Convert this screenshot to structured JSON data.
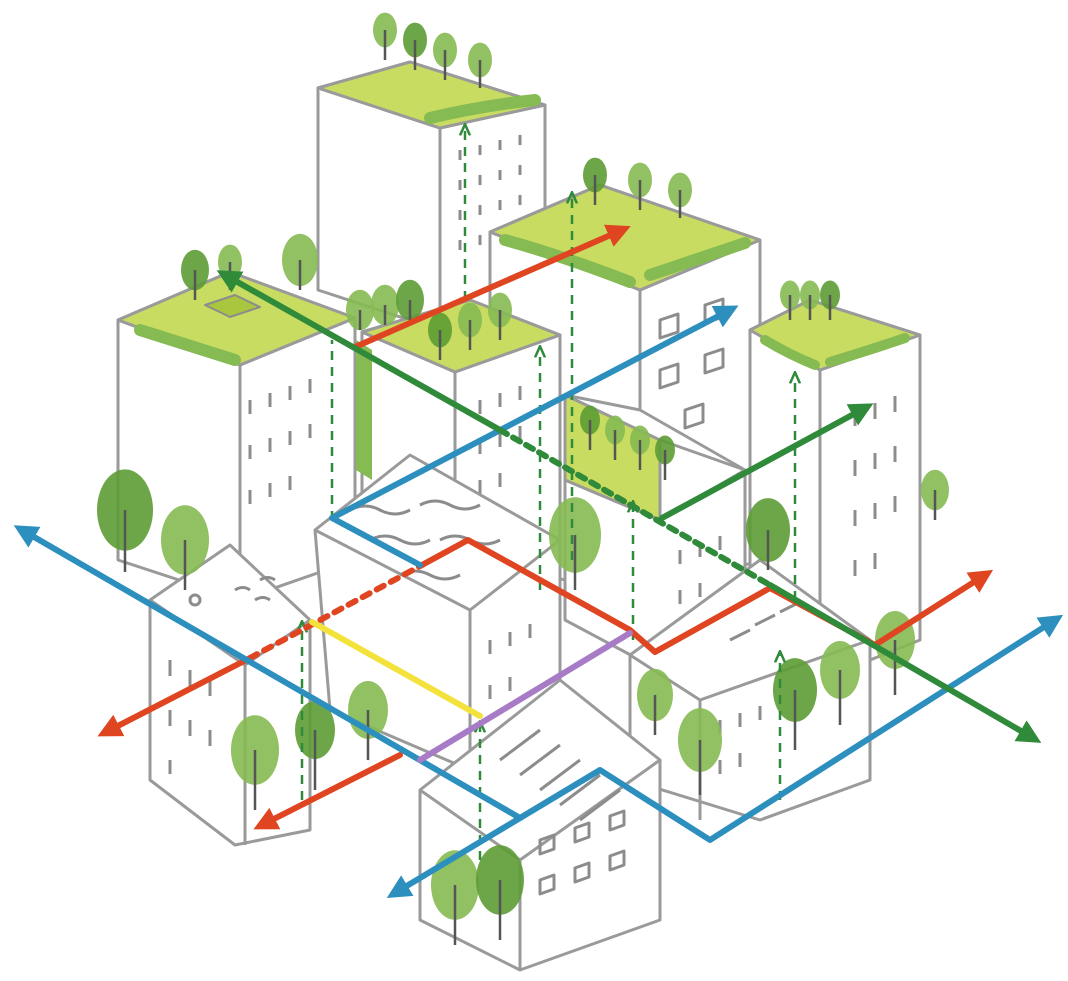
{
  "colors": {
    "background": "#ffffff",
    "outline": "#9a9a9a",
    "window": "#8c8c8c",
    "roof_green": "#c9dc62",
    "roof_green_dark": "#a9c63e",
    "tree": "#86ba52",
    "tree_dark": "#5d9c34",
    "trunk": "#555555",
    "red": "#df4521",
    "blue": "#2c8fbe",
    "dark_green": "#2f8a3a",
    "yellow": "#f4e23c",
    "purple": "#a77bc6",
    "vertical_dash": "#2f8a3a"
  },
  "diagram": {
    "subject": "isometric-green-city-connectivity",
    "connection_types": [
      "red",
      "blue",
      "dark_green",
      "yellow",
      "purple",
      "vertical"
    ]
  }
}
